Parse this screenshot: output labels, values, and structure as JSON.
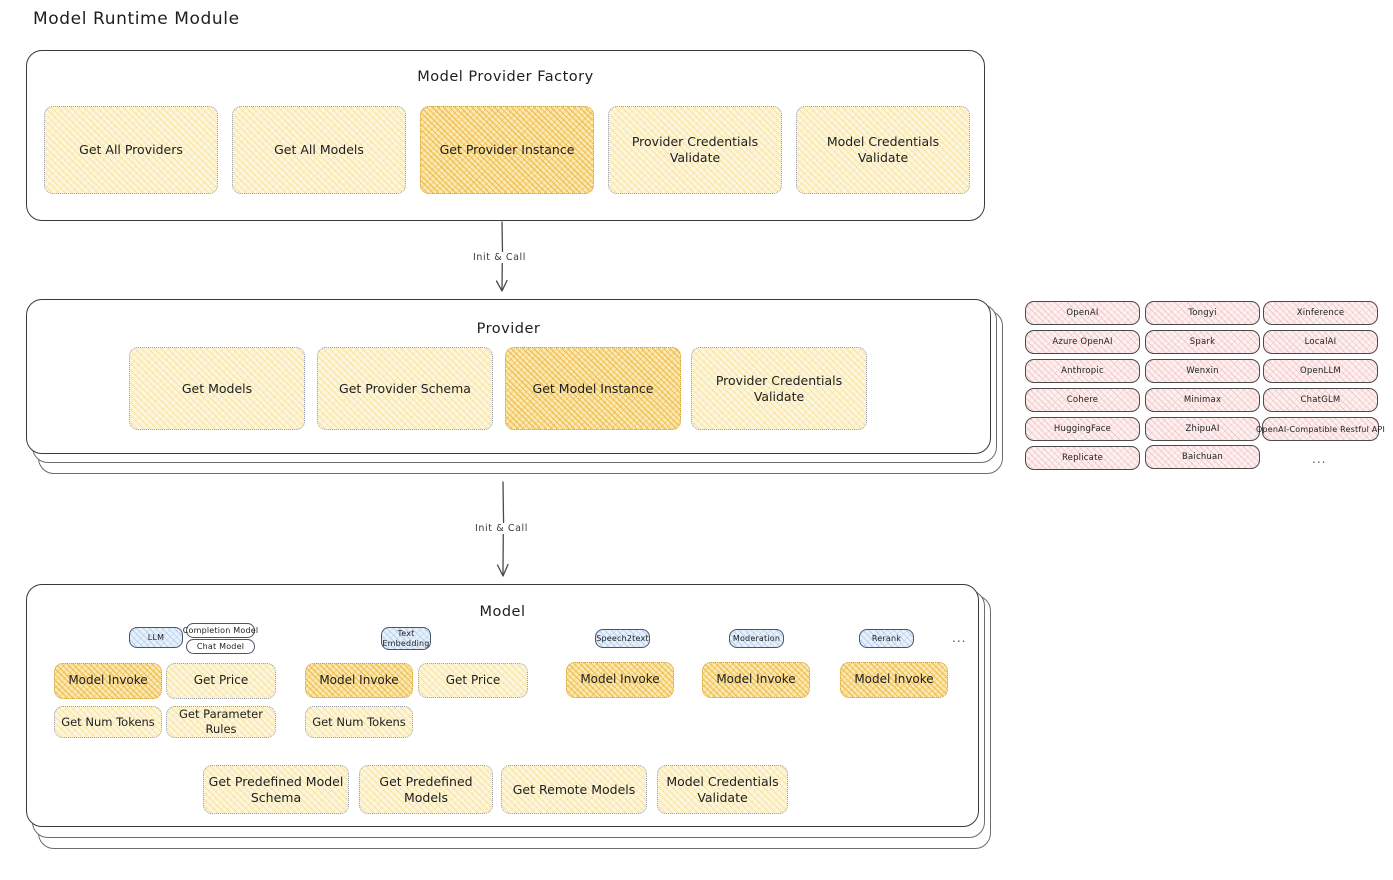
{
  "title": "Model Runtime Module",
  "factory": {
    "title": "Model Provider Factory",
    "methods": [
      {
        "label": "Get All Providers",
        "highlight": false
      },
      {
        "label": "Get All Models",
        "highlight": false
      },
      {
        "label": "Get Provider Instance",
        "highlight": true
      },
      {
        "label": "Provider Credentials Validate",
        "highlight": false
      },
      {
        "label": "Model Credentials Validate",
        "highlight": false
      }
    ]
  },
  "arrows": [
    {
      "label": "Init & Call"
    },
    {
      "label": "Init & Call"
    }
  ],
  "provider": {
    "title": "Provider",
    "methods": [
      {
        "label": "Get Models",
        "highlight": false
      },
      {
        "label": "Get Provider Schema",
        "highlight": false
      },
      {
        "label": "Get Model Instance",
        "highlight": true
      },
      {
        "label": "Provider Credentials Validate",
        "highlight": false
      }
    ]
  },
  "provider_list": {
    "columns": [
      [
        "OpenAI",
        "Azure OpenAI",
        "Anthropic",
        "Cohere",
        "HuggingFace",
        "Replicate"
      ],
      [
        "Tongyi",
        "Spark",
        "Wenxin",
        "Minimax",
        "ZhipuAI",
        "Baichuan"
      ],
      [
        "Xinference",
        "LocalAI",
        "OpenLLM",
        "ChatGLM",
        "OpenAI-Compatible Restful API"
      ]
    ],
    "ellipsis": "..."
  },
  "model": {
    "title": "Model",
    "ellipsis": "...",
    "groups": [
      {
        "tag": "LLM",
        "subtags": [
          "Completion Model",
          "Chat Model"
        ],
        "methods": [
          {
            "label": "Model Invoke",
            "highlight": true
          },
          {
            "label": "Get Price",
            "highlight": false
          },
          {
            "label": "Get Num Tokens",
            "highlight": false
          },
          {
            "label": "Get Parameter Rules",
            "highlight": false
          }
        ]
      },
      {
        "tag": "Text Embedding",
        "subtags": [],
        "methods": [
          {
            "label": "Model Invoke",
            "highlight": true
          },
          {
            "label": "Get Price",
            "highlight": false
          },
          {
            "label": "Get Num Tokens",
            "highlight": false
          }
        ]
      },
      {
        "tag": "Speech2text",
        "subtags": [],
        "methods": [
          {
            "label": "Model Invoke",
            "highlight": true
          }
        ]
      },
      {
        "tag": "Moderation",
        "subtags": [],
        "methods": [
          {
            "label": "Model Invoke",
            "highlight": true
          }
        ]
      },
      {
        "tag": "Rerank",
        "subtags": [],
        "methods": [
          {
            "label": "Model Invoke",
            "highlight": true
          }
        ]
      }
    ],
    "shared_methods": [
      {
        "label": "Get Predefined Model Schema"
      },
      {
        "label": "Get Predefined Models"
      },
      {
        "label": "Get Remote Models"
      },
      {
        "label": "Model Credentials Validate"
      }
    ]
  },
  "colors": {
    "method_fill": "#fdf6dd",
    "method_highlight_fill": "#fbe8b4",
    "provider_chip_fill": "#fdf0f0",
    "tag_blue_fill": "#e8f1fb",
    "stroke": "#1e1e1e"
  }
}
